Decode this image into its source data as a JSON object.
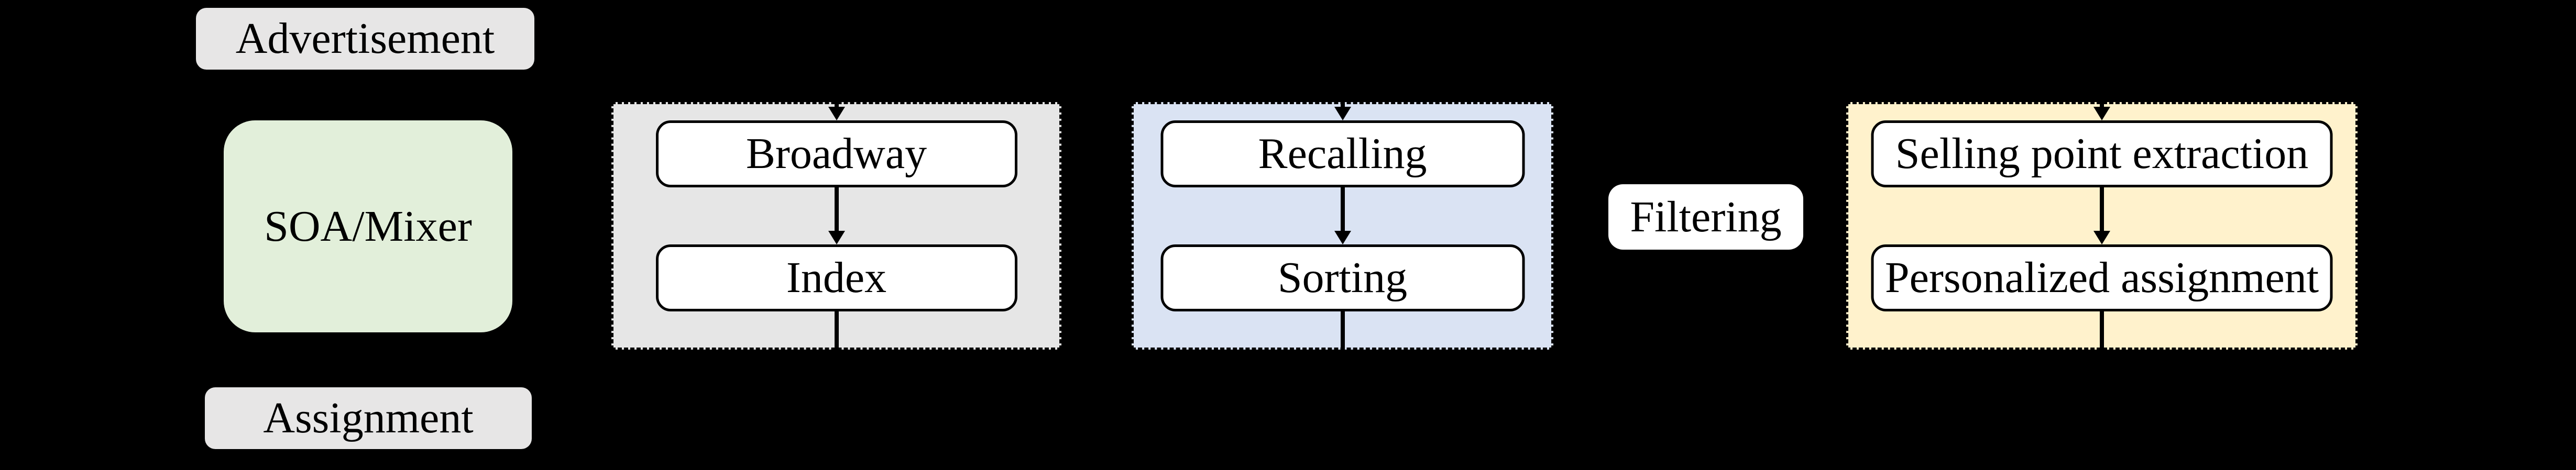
{
  "figure": {
    "background_color": "#000000",
    "io": {
      "input_label": "Advertisement",
      "engine_label": "SOA/Mixer",
      "output_label": "Assignment"
    },
    "filter": {
      "label": "Filtering"
    },
    "stages": [
      {
        "name": "broadway-index-stage",
        "fill": "#e6e6e6",
        "steps": [
          {
            "label": "Broadway"
          },
          {
            "label": "Index"
          }
        ]
      },
      {
        "name": "recalling-sorting-stage",
        "fill": "#dae3f3",
        "steps": [
          {
            "label": "Recalling"
          },
          {
            "label": "Sorting"
          }
        ]
      },
      {
        "name": "selling-point-stage",
        "fill": "#fff2cc",
        "steps": [
          {
            "label": "Selling point extraction"
          },
          {
            "label": "Personalized assignment"
          }
        ]
      }
    ],
    "colors": {
      "label_pill_gray": "#e7e6e6",
      "engine_green": "#e2efda",
      "stage_gray": "#e6e6e6",
      "stage_blue": "#dae3f3",
      "stage_yellow": "#fff2cc",
      "step_white": "#ffffff",
      "line_black": "#000000"
    }
  }
}
